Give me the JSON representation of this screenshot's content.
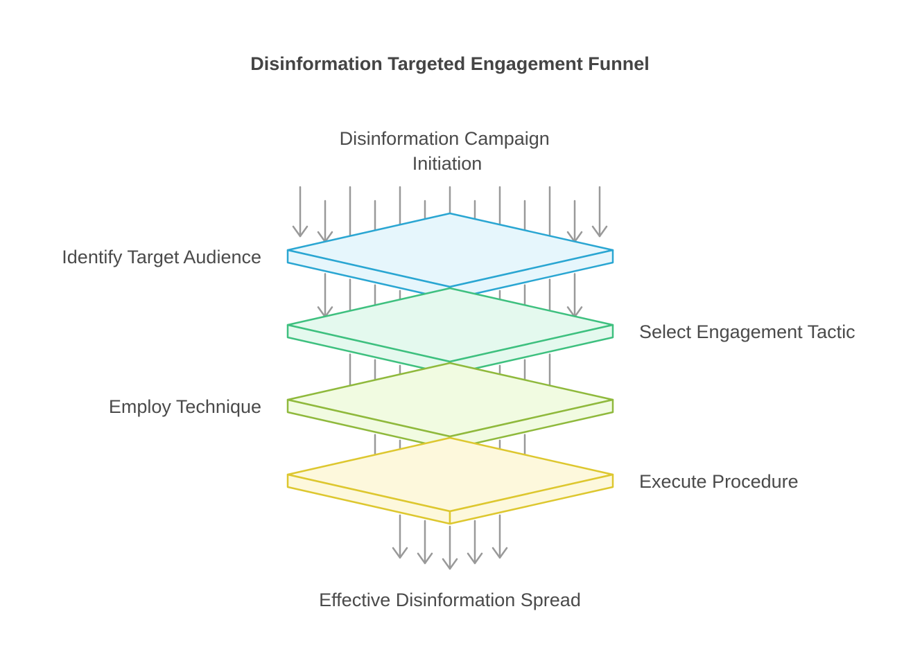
{
  "title": "Disinformation Targeted Engagement Funnel",
  "input_label_lines": [
    "Disinformation Campaign",
    "Initiation"
  ],
  "output_label": "Effective Disinformation Spread",
  "stages": [
    {
      "label": "Identify Target Audience",
      "side": "left",
      "stroke": "#2aa6d2",
      "fill": "#e6f6fc"
    },
    {
      "label": "Select Engagement Tactic",
      "side": "right",
      "stroke": "#3ec07f",
      "fill": "#e4f9ee"
    },
    {
      "label": "Employ Technique",
      "side": "left",
      "stroke": "#8fb93c",
      "fill": "#f1fbe1"
    },
    {
      "label": "Execute Procedure",
      "side": "right",
      "stroke": "#ddc72f",
      "fill": "#fdf8dc"
    }
  ],
  "arrow_color": "#999999"
}
